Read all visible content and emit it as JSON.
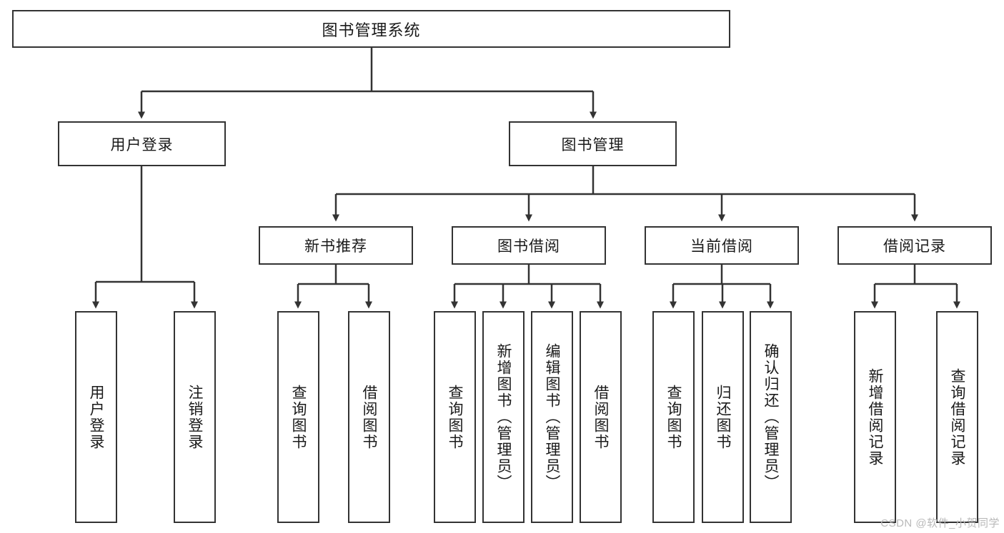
{
  "diagram": {
    "type": "tree-hierarchy",
    "title": "图书管理系统",
    "watermark": "CSDN @软件_小贺同学",
    "colors": {
      "box_border": "#333333",
      "box_fill": "#ffffff",
      "connector": "#333333",
      "text": "#1a1a1a",
      "watermark": "#b9b9b9",
      "background": "#ffffff"
    },
    "levels": {
      "root": {
        "label": "图书管理系统"
      },
      "level2": [
        {
          "label": "用户登录"
        },
        {
          "label": "图书管理"
        }
      ],
      "level3": [
        {
          "label": "新书推荐"
        },
        {
          "label": "图书借阅"
        },
        {
          "label": "当前借阅"
        },
        {
          "label": "借阅记录"
        }
      ],
      "leaves": {
        "user_login": [
          {
            "label": "用户登录"
          },
          {
            "label": "注销登录"
          }
        ],
        "new_book_recommend": [
          {
            "label": "查询图书"
          },
          {
            "label": "借阅图书"
          }
        ],
        "book_borrow": [
          {
            "label": "查询图书"
          },
          {
            "label": "新增图书（管理员）"
          },
          {
            "label": "编辑图书（管理员）"
          },
          {
            "label": "借阅图书"
          }
        ],
        "current_borrow": [
          {
            "label": "查询图书"
          },
          {
            "label": "归还图书"
          },
          {
            "label": "确认归还（管理员）"
          }
        ],
        "borrow_record": [
          {
            "label": "新增借阅记录"
          },
          {
            "label": "查询借阅记录"
          }
        ]
      }
    }
  }
}
